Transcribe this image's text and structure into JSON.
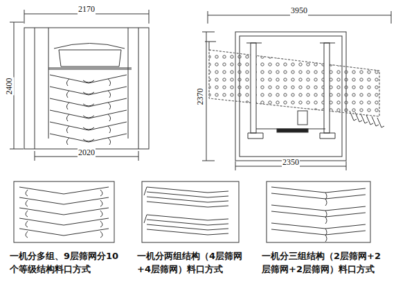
{
  "diagram": {
    "labels": [
      "2170",
      "3950",
      "2400",
      "2370",
      "2020",
      "2350",
      "一机分多组、9层筛网分10个等级结构料口方式",
      "一机分两组结构（4层筛网+4层筛网）料口方式",
      "一机分三组结构（2层筛网+2层筛网+2层筛网）料口方式"
    ]
  }
}
